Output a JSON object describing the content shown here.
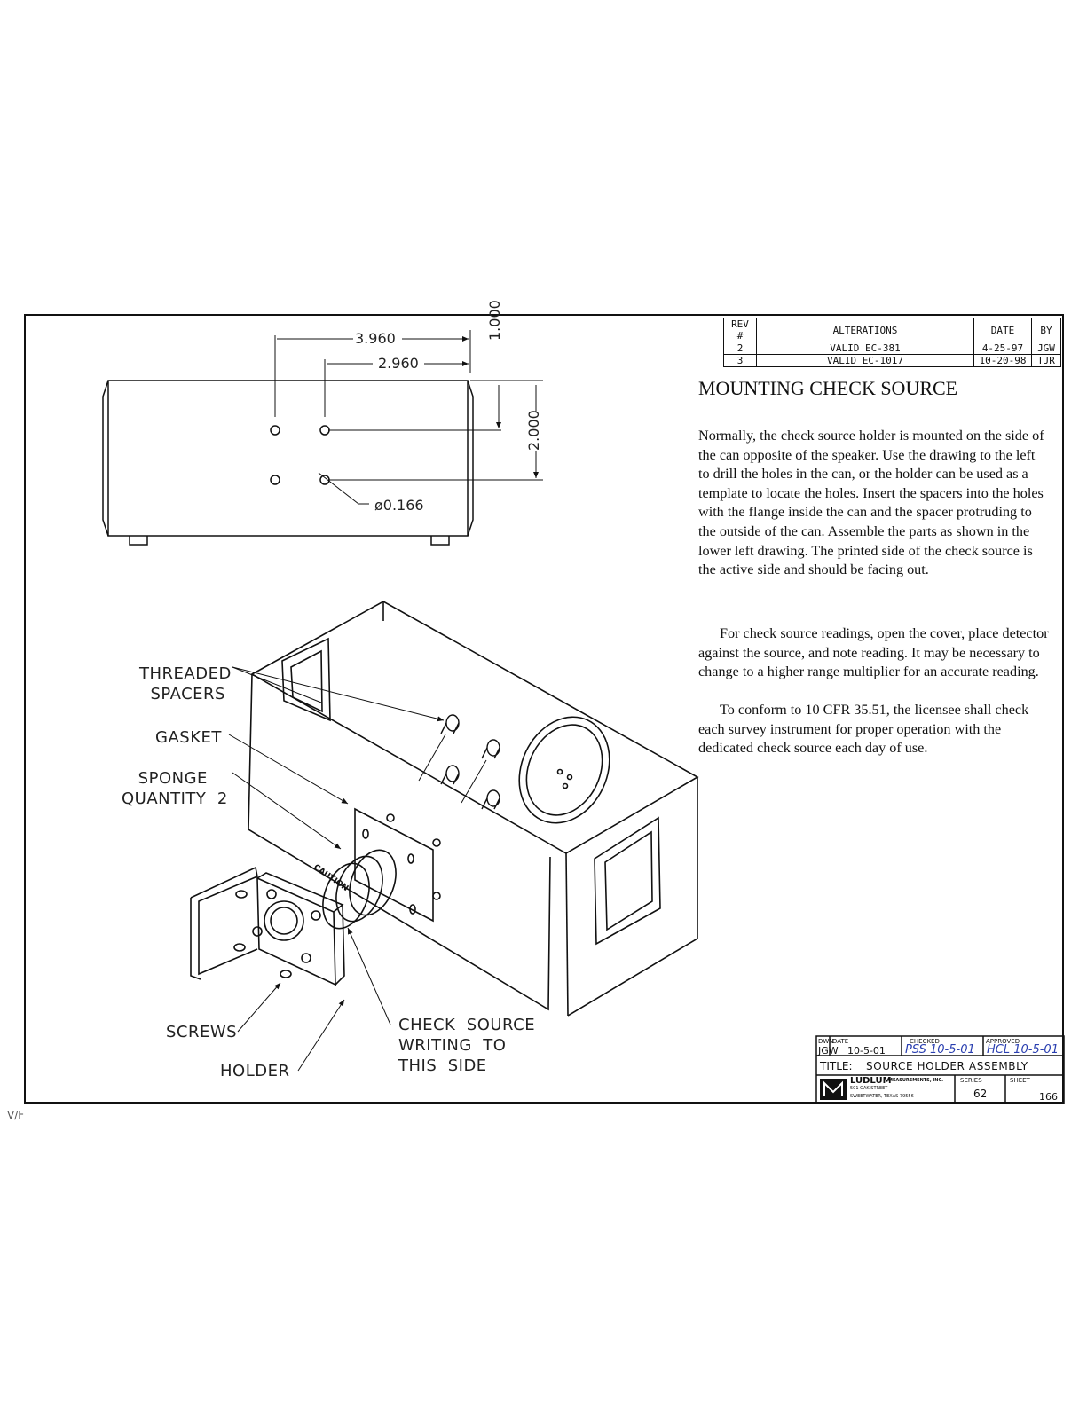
{
  "revisions": {
    "headers": [
      "REV #",
      "ALTERATIONS",
      "DATE",
      "BY"
    ],
    "rows": [
      [
        "2",
        "VALID EC-381",
        "4-25-97",
        "JGW"
      ],
      [
        "3",
        "VALID EC-1017",
        "10-20-98",
        "TJR"
      ]
    ]
  },
  "dimensions": {
    "d1": "3.960",
    "d2": "2.960",
    "d3": "1.000",
    "d4": "2.000",
    "hole": "ø0.166"
  },
  "title": "MOUNTING CHECK SOURCE",
  "paragraphs": [
    "Normally, the check source holder is mounted on the side of the can opposite of the speaker.  Use the drawing to the left to drill the holes in the can, or the holder can be used as a template to locate the holes. Insert the spacers into the holes with the flange inside the can and the spacer protruding to the outside of the can.  Assemble the parts as shown in the lower left drawing.  The printed side of the check source is the active side and should be facing out.",
    "For check source readings, open the cover, place detector against the source, and note reading.  It may be necessary to change to a higher range multiplier for an accurate reading.",
    "To conform to 10 CFR 35.51, the licensee shall check each survey instrument for proper operation with the dedicated check source each day of use."
  ],
  "labels": {
    "threaded": "THREADED\n  SPACERS",
    "gasket": "GASKET",
    "sponge": "   SPONGE\nQUANTITY  2",
    "screws": "SCREWS",
    "holder": "HOLDER",
    "check": "CHECK  SOURCE\nWRITING  TO\nTHIS  SIDE"
  },
  "part_text": "CAUTION",
  "title_block": {
    "dwn_label": "DWN",
    "dwn": "JGW",
    "date_label": "DATE",
    "date": "10-5-01",
    "checked_label": "CHECKED",
    "checked": "PSS 10-5-01",
    "approved_label": "APPROVED",
    "approved": "HCL 10-5-01",
    "title_label": "TITLE:",
    "title": "SOURCE HOLDER ASSEMBLY",
    "company": "LUDLUM",
    "company_suffix": "MEASUREMENTS, INC.",
    "street": "501 OAK STREET",
    "city": "SWEETWATER, TEXAS 79556",
    "series_label": "SERIES",
    "series": "62",
    "sheet_label": "SHEET",
    "sheet": "166"
  },
  "margin_mark": "V/F"
}
